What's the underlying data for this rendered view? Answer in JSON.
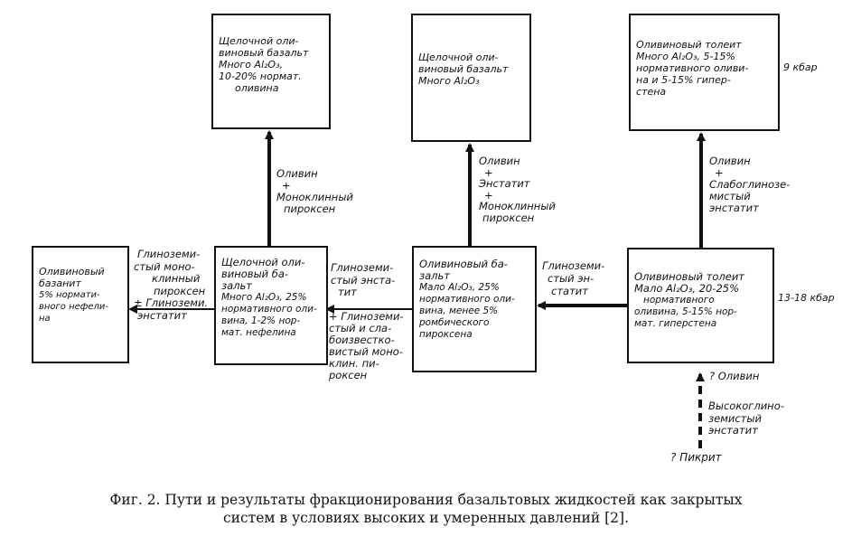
{
  "boxes": {
    "alk_basalt_top": [
      "Щелочной оли-",
      "виновый базальт",
      "Много Al₂O₃,",
      "10-20% нормат.",
      "оливина"
    ],
    "alk_basalt_mid_top": [
      "Щелочной оли-",
      "виновый базальт",
      "Много Al₂O₃"
    ],
    "ol_tholeiite_top": [
      "Оливиновый толеит",
      "Много Al₂O₃, 5-15%",
      "нормативного оливи-",
      "на и 5-15% гипер-",
      "стена"
    ],
    "ol_basanite": [
      "Оливиновый",
      "базанит",
      "5% нормати-",
      "вного нефели-",
      "на"
    ],
    "alk_basalt_left": [
      "Щелочной оли-",
      "виновый ба-",
      "зальт",
      "Много Al₂O₃, 25%",
      "нормативного оли-",
      "вина, 1-2% нор-",
      "мат. нефелина"
    ],
    "ol_basalt_center": [
      "Оливиновый ба-",
      "зальт",
      "Мало Al₂O₃, 25%",
      "нормативного оли-",
      "вина, менее 5%",
      "ромбического",
      "пироксена"
    ],
    "ol_tholeiite_right": [
      "Оливиновый толеит",
      "Мало Al₂O₃, 20-25%",
      "нормативного",
      "оливина, 5-15% нор-",
      "мат. гиперстена"
    ]
  },
  "labels": {
    "up1": [
      "Оливин",
      "+",
      "Моноклинный",
      "пироксен"
    ],
    "up2": [
      "Оливин",
      "+",
      "Энстатит",
      "+",
      "Моноклинный",
      "пироксен"
    ],
    "up3": [
      "Оливин",
      "+",
      "Слабоглинозе-",
      "мистый",
      "энстатит"
    ],
    "left1": [
      "Глиноземи-",
      "стый моно-",
      "клинный",
      "пироксен",
      "± Глиноземи.",
      "энстатит"
    ],
    "left2_top": [
      "Глиноземи-",
      "стый энста-",
      "тит"
    ],
    "left2_bottom": [
      "+ Глиноземи-",
      "стый и сла-",
      "боизвестко-",
      "вистый моно-",
      "клин. пи-",
      "роксен"
    ],
    "left3": [
      "Глиноземи-",
      "стый эн-",
      "статит"
    ],
    "bottom": [
      "? Оливин",
      "Высокоглино-",
      "земистый",
      "энстатит",
      "? Пикрит"
    ]
  },
  "pressures": {
    "p1": "9 кбар",
    "p2": "13-18 кбар"
  },
  "caption": {
    "line1": "Фиг. 2. Пути и результаты фракционирования базальтовых жидкостей как закрытых",
    "line2": "систем в условиях высоких и умеренных давлений [2]."
  }
}
